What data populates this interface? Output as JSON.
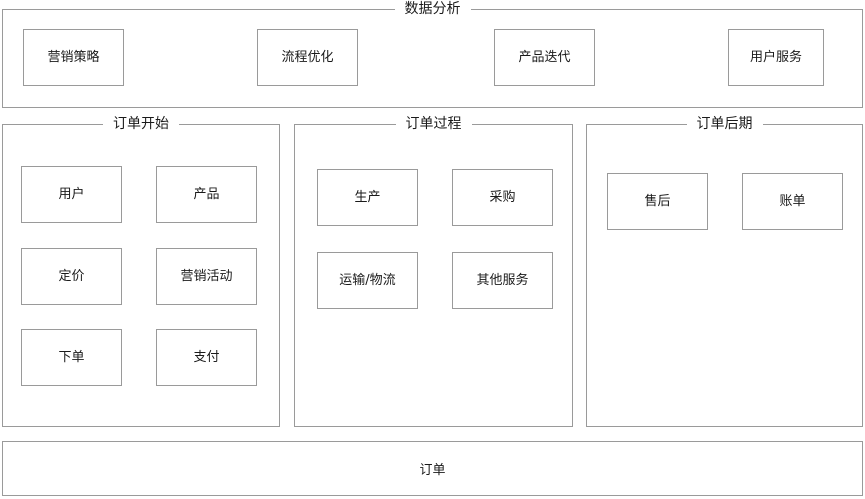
{
  "diagram": {
    "analysis_section": {
      "title": "数据分析",
      "nodes": [
        {
          "label": "营销策略"
        },
        {
          "label": "流程优化"
        },
        {
          "label": "产品迭代"
        },
        {
          "label": "用户服务"
        }
      ]
    },
    "stage_groups": [
      {
        "title": "订单开始",
        "nodes": [
          {
            "label": "用户"
          },
          {
            "label": "产品"
          },
          {
            "label": "定价"
          },
          {
            "label": "营销活动"
          },
          {
            "label": "下单"
          },
          {
            "label": "支付"
          }
        ]
      },
      {
        "title": "订单过程",
        "nodes": [
          {
            "label": "生产"
          },
          {
            "label": "采购"
          },
          {
            "label": "运输/物流"
          },
          {
            "label": "其他服务"
          }
        ]
      },
      {
        "title": "订单后期",
        "nodes": [
          {
            "label": "售后"
          },
          {
            "label": "账单"
          }
        ]
      }
    ],
    "bottom_bar": {
      "label": "订单"
    },
    "colors": {
      "border": "#9a9a9a",
      "background": "#ffffff",
      "text": "#1a1a1a"
    }
  }
}
